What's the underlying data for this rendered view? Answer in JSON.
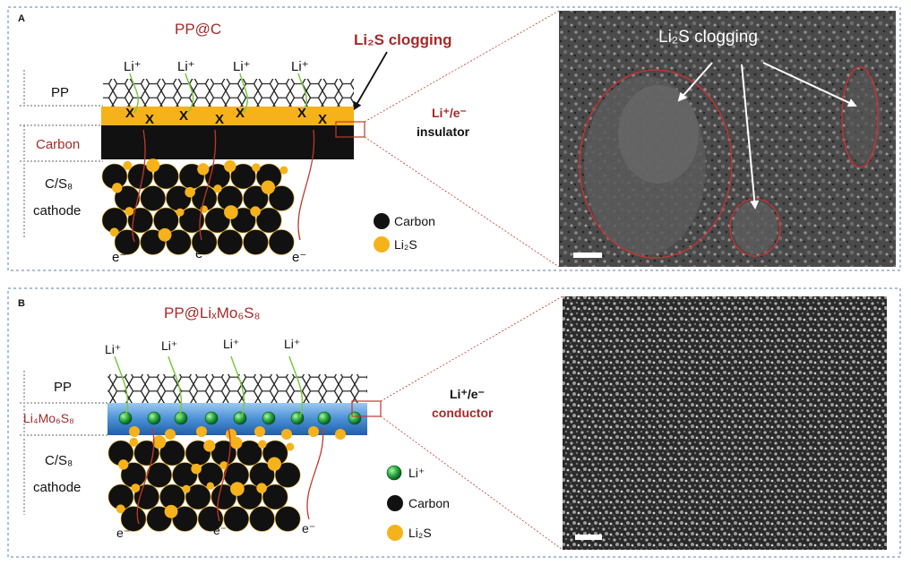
{
  "panel_a": {
    "letter": "A",
    "title": "PP@C",
    "callout": "Li₂S clogging",
    "layers": {
      "pp": "PP",
      "carbon": "Carbon",
      "cathode_1": "C/S₈",
      "cathode_2": "cathode"
    },
    "li_ion": "Li⁺",
    "x_mark": "X",
    "electron": "e⁻",
    "legend": {
      "carbon": "Carbon",
      "li2s": "Li₂S"
    },
    "side_1": "Li⁺/e⁻",
    "side_2": "insulator",
    "sem_label": "Li₂S clogging"
  },
  "panel_b": {
    "letter": "B",
    "title": "PP@LiₓMo₆S₈",
    "layers": {
      "pp": "PP",
      "middle": "Li₄Mo₆S₈",
      "cathode_1": "C/S₈",
      "cathode_2": "cathode"
    },
    "li_ion": "Li⁺",
    "electron": "e⁻",
    "legend": {
      "li": "Li⁺",
      "carbon": "Carbon",
      "li2s": "Li₂S"
    },
    "side_1": "Li⁺/e⁻",
    "side_2": "conductor"
  },
  "colors": {
    "panel_border": "#5a7fa8",
    "dark_red": "#a52a2a",
    "li2s_orange": "#f6b21b",
    "carbon_black": "#111111",
    "pp_line": "#222222",
    "li_path_green": "#7ac943",
    "e_path_red": "#c0392b",
    "coating_blue": "#4a8fd6",
    "li_green": "#1e9a3c",
    "sem_dark": "#3a3a3a"
  }
}
